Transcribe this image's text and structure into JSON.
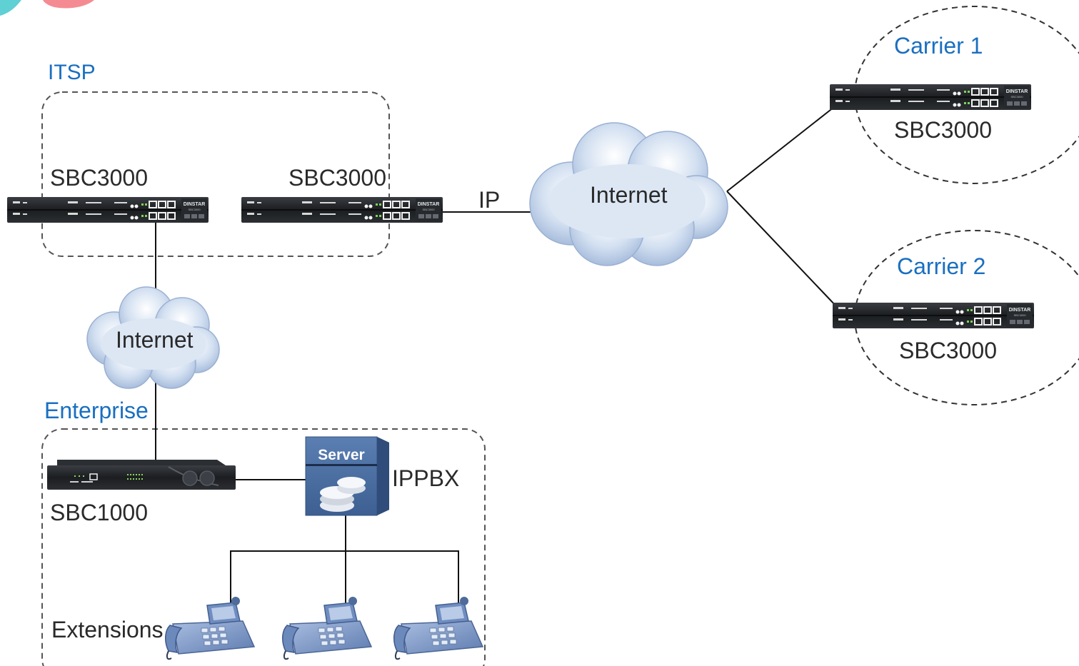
{
  "labels": {
    "itsp": "ITSP",
    "enterprise": "Enterprise",
    "carrier1": "Carrier 1",
    "carrier2": "Carrier 2",
    "ip": "IP",
    "internet_main": "Internet",
    "internet_small": "Internet",
    "ippbx": "IPPBX",
    "extensions": "Extensions",
    "sbc3000_itsp_left": "SBC3000",
    "sbc3000_itsp_right": "SBC3000",
    "sbc3000_carrier1": "SBC3000",
    "sbc3000_carrier2": "SBC3000",
    "sbc1000": "SBC1000"
  },
  "devices": {
    "server_text": "Server",
    "brand_text": "DINSTAR"
  },
  "colors": {
    "label_blue": "#1a6fc0",
    "cloud_light": "#c6d6ec",
    "cloud_dark": "#8fa8cc",
    "device_body": "#1b1d20",
    "server_blue": "#4a6fa1",
    "phone_blue": "#7f9cc8"
  }
}
